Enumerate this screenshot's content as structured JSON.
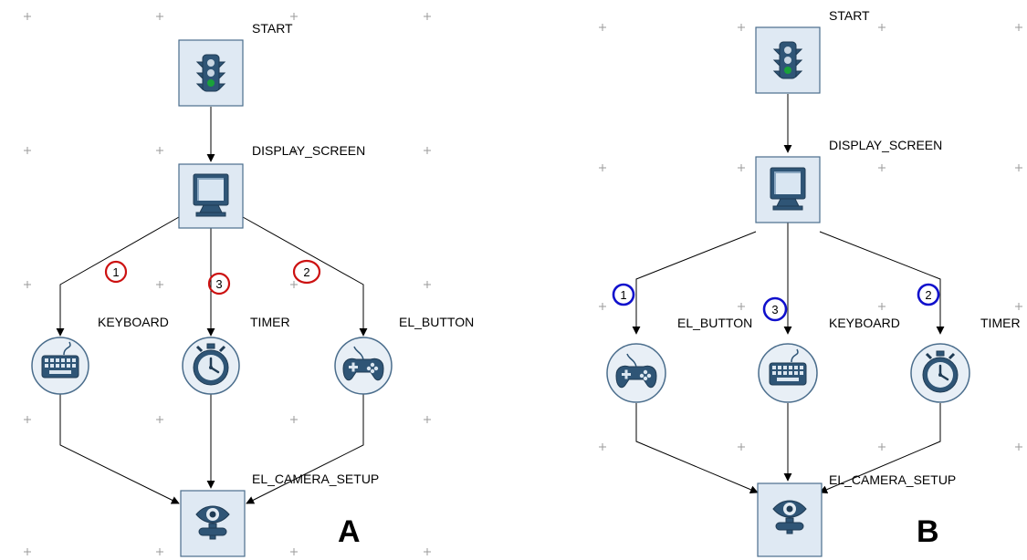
{
  "diagram_a": {
    "caption": "A",
    "nodes": {
      "start": "START",
      "display": "DISPLAY_SCREEN",
      "left": "KEYBOARD",
      "mid": "TIMER",
      "right": "EL_BUTTON",
      "bottom": "EL_CAMERA_SETUP"
    },
    "order_badges": {
      "left": "1",
      "mid": "3",
      "right": "2"
    },
    "badge_color": "#cc1111"
  },
  "diagram_b": {
    "caption": "B",
    "nodes": {
      "start": "START",
      "display": "DISPLAY_SCREEN",
      "left": "EL_BUTTON",
      "mid": "KEYBOARD",
      "right": "TIMER",
      "bottom": "EL_CAMERA_SETUP"
    },
    "order_badges": {
      "left": "1",
      "mid": "3",
      "right": "2"
    },
    "badge_color": "#1010cc"
  },
  "icons": {
    "start": "traffic-light-icon",
    "display": "monitor-icon",
    "keyboard": "keyboard-icon",
    "timer": "stopwatch-icon",
    "button": "gamepad-icon",
    "camera": "eye-icon"
  }
}
